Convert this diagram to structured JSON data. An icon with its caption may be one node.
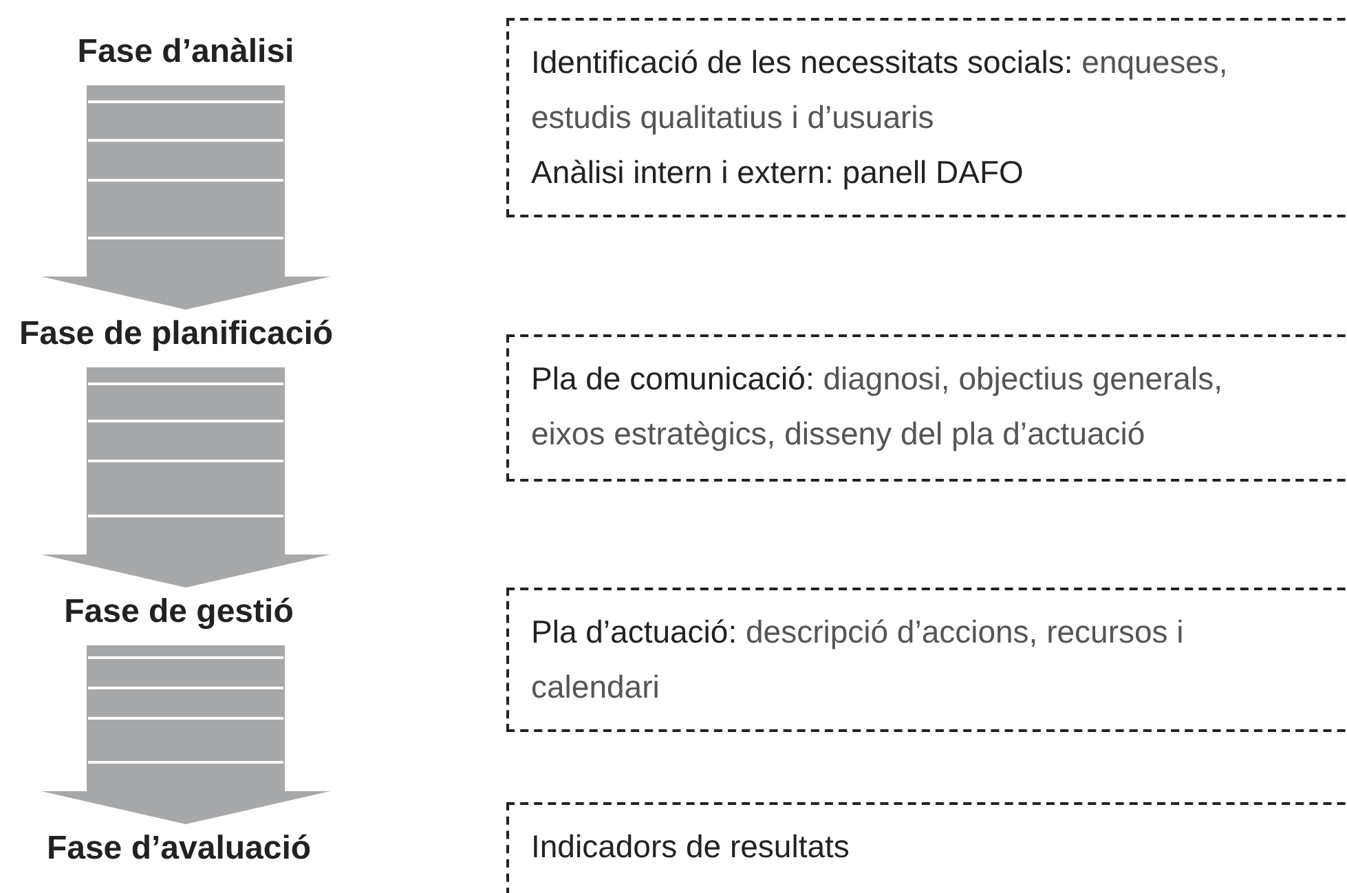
{
  "diagram": {
    "nodes": [
      {
        "text": [
          "Fase d’anàlisi"
        ]
      },
      {
        "text": [
          "Fase de planificació"
        ]
      },
      {
        "text": [
          "Fase de gestió"
        ]
      },
      {
        "text": [
          "Fase d’avaluació"
        ]
      },
      {
        "text": [
          "**Identificació de les necessitats socials:** enqueses, estudis qualitatius i d’usuaris",
          "Anàlisi intern i extern: panell DAFO"
        ]
      },
      {
        "text": [
          "**Pla de comunicació:** diagnosi, objectius generals, eixos estratègics, disseny del pla d’actuació"
        ]
      },
      {
        "text": [
          "**Pla d’actuació:** descripció d’accions, recursos i calendari"
        ]
      },
      {
        "text": [
          "Indicadors de resultats"
        ]
      }
    ],
    "edges": [
      {
        "from": 0,
        "to": 1,
        "arrow": "to",
        "style": "thick"
      },
      {
        "from": 1,
        "to": 2,
        "arrow": "to",
        "style": "thick"
      },
      {
        "from": 2,
        "to": 3,
        "arrow": "to",
        "style": "thick"
      }
    ]
  }
}
